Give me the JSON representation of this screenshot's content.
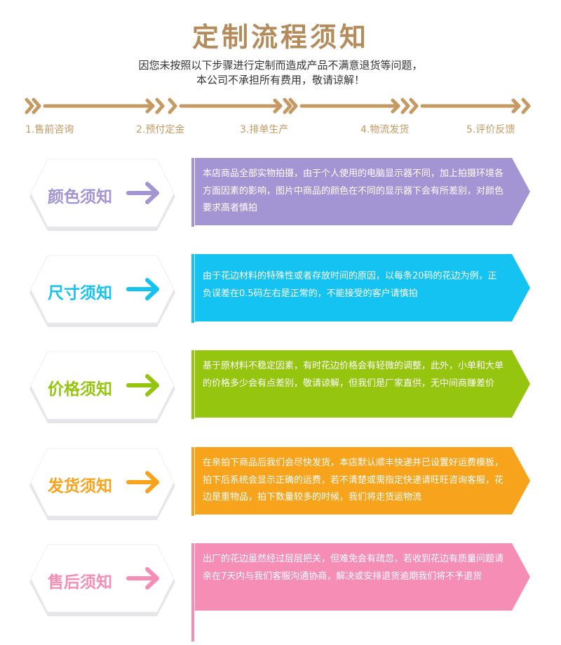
{
  "header": {
    "title": "定制流程须知",
    "subtitle_line1": "因您未按照以下步骤进行定制而造成产品不满意退货等问题，",
    "subtitle_line2": "本公司不承担所有费用，敬请谅解！"
  },
  "steps": [
    {
      "label": "1.售前咨询"
    },
    {
      "label": "2.预付定金"
    },
    {
      "label": "3.排单生产"
    },
    {
      "label": "4.物流发货"
    },
    {
      "label": "5.评价反馈"
    }
  ],
  "colors": {
    "gold": "#c49a62",
    "purple": "#a394d3",
    "blue": "#15c3f2",
    "green": "#95c50f",
    "orange": "#f7a31b",
    "pink": "#f58db4"
  },
  "notices": [
    {
      "title": "颜色须知",
      "color": "#a394d3",
      "text": "本店商品全部实物拍摄，由于个人使用的电脑显示器不同，加上拍摄环境各方面因素的影响，图片中商品的颜色在不同的显示器下会有所差别，对颜色要求高者慎拍"
    },
    {
      "title": "尺寸须知",
      "color": "#15c3f2",
      "text": "由于花边材料的特殊性或者存放时间的原因，以每条20码的花边为例，正负误差在0.5码左右是正常的，不能接受的客户请慎拍"
    },
    {
      "title": "价格须知",
      "color": "#95c50f",
      "text": "基于原材料不稳定因素，有时花边价格会有轻微的调整，此外，小单和大单的价格多少会有点差别，敬请谅解，但我们是厂家直供，无中间商赚差价"
    },
    {
      "title": "发货须知",
      "color": "#f7a31b",
      "text": "在亲拍下商品后我们会尽快发货，本店默认顺丰快递并已设置好运费模板，拍下后系统会显示正确的运费，若不清楚或需指定快递请旺旺咨询客服，花边是重物品，拍下数量较多的时候，我们将走货运物流"
    },
    {
      "title": "售后须知",
      "color": "#f58db4",
      "text": "出厂的花边虽然经过层层把关，但难免会有疏忽，若收到花边有质量问题请亲在7天内与我们客服沟通协商，解决或安排退货逾期我们将不予退货"
    }
  ]
}
